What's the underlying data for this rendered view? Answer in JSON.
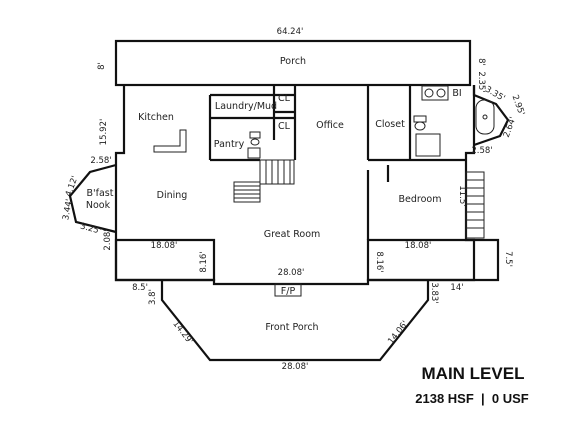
{
  "title": "MAIN LEVEL",
  "subtitle": "2138 HSF  |  0 USF",
  "rooms": {
    "porch": "Porch",
    "kitchen": "Kitchen",
    "laundry": "Laundry/Mud",
    "cl1": "CL",
    "cl2": "CL",
    "pantry": "Pantry",
    "office": "Office",
    "closet": "Closet",
    "bi": "BI",
    "bfast": "B'fast",
    "nook": "Nook",
    "dining": "Dining",
    "great_room": "Great Room",
    "bedroom": "Bedroom",
    "fp": "F/P",
    "front_porch": "Front Porch"
  },
  "dimensions": {
    "top_width": "64.24'",
    "porch_depth": "8'",
    "right_2_35": "2.35'",
    "right_3_35": "3.35'",
    "right_2_95": "2.95'",
    "right_2_64": "2.64'",
    "right_2_58": "2.58'",
    "kitchen_15_92": "15.92'",
    "left_2_58": "2.58'",
    "nook_4_12": "4.12'",
    "nook_3_44": "3.44'",
    "nook_3_25": "3.25'",
    "left_2_08": "2.08'",
    "left_18_08": "18.08'",
    "right_18_08": "18.08'",
    "bed_11_5": "11.5'",
    "right_7_5": "7.5'",
    "great_8_16_left": "8.16'",
    "great_8_16_right": "8.16'",
    "great_28_08": "28.08'",
    "left_8_5": "8.5'",
    "left_3_8": "3.8'",
    "right_3_83": "3.83'",
    "right_14": "14'",
    "diag_left_14_29": "14.29'",
    "diag_right_14_06": "14.06'",
    "bottom_28_08": "28.08'"
  }
}
